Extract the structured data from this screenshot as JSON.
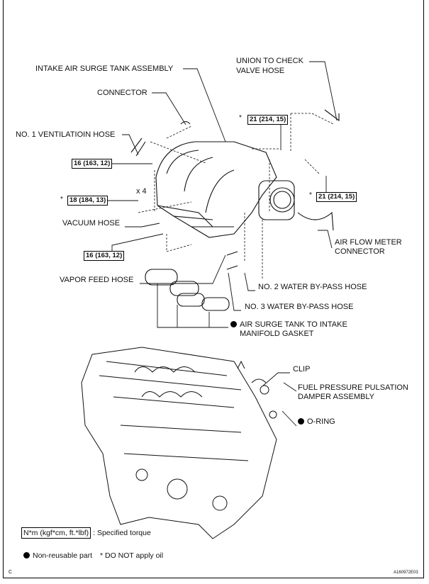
{
  "labels": {
    "union_to_check_1": "UNION TO CHECK",
    "union_to_check_2": "VALVE HOSE",
    "surge_tank": "INTAKE AIR SURGE TANK ASSEMBLY",
    "connector": "CONNECTOR",
    "ventilation_hose": "NO. 1 VENTILATIOIN HOSE",
    "x4": "x 4",
    "vacuum_hose": "VACUUM HOSE",
    "air_flow_1": "AIR FLOW METER",
    "air_flow_2": "CONNECTOR",
    "vapor_feed": "VAPOR FEED HOSE",
    "water_bypass_2": "NO. 2 WATER BY-PASS HOSE",
    "water_bypass_3": "NO. 3 WATER BY-PASS HOSE",
    "gasket_1": "AIR SURGE TANK TO INTAKE",
    "gasket_2": "MANIFOLD GASKET",
    "clip": "CLIP",
    "damper_1": "FUEL PRESSURE PULSATION",
    "damper_2": "DAMPER ASSEMBLY",
    "o_ring": "O-RING"
  },
  "torques": {
    "t1": "21 (214, 15)",
    "t2": "16 (163, 12)",
    "t3": "18 (184, 13)",
    "t4": "21 (214, 15)",
    "t5": "16 (163, 12)",
    "star": "*"
  },
  "legend": {
    "torque_box": "N*m (kgf*cm, ft.*lbf)",
    "torque_text": ": Specified torque",
    "non_reusable": "Non-reusable part",
    "no_oil": "* DO NOT apply oil"
  },
  "footer": {
    "left": "C",
    "code": "A160972E03"
  }
}
